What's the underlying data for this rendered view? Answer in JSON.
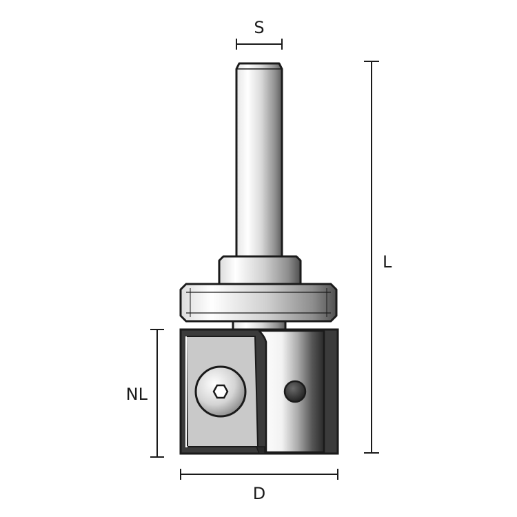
{
  "dimensions": {
    "shank_diameter": "S",
    "total_length": "L",
    "cutting_length": "NL",
    "cutting_diameter": "D"
  },
  "colors": {
    "outline": "#1a1a1a",
    "steel_light": "#f4f4f4",
    "steel_mid": "#c8c8c8",
    "steel_dark": "#8a8a8a",
    "carbide_dark": "#3a3a3a",
    "background": "#ffffff"
  },
  "icons": {
    "screw": "hex-socket-screw-icon",
    "pin": "locating-pin-icon"
  }
}
